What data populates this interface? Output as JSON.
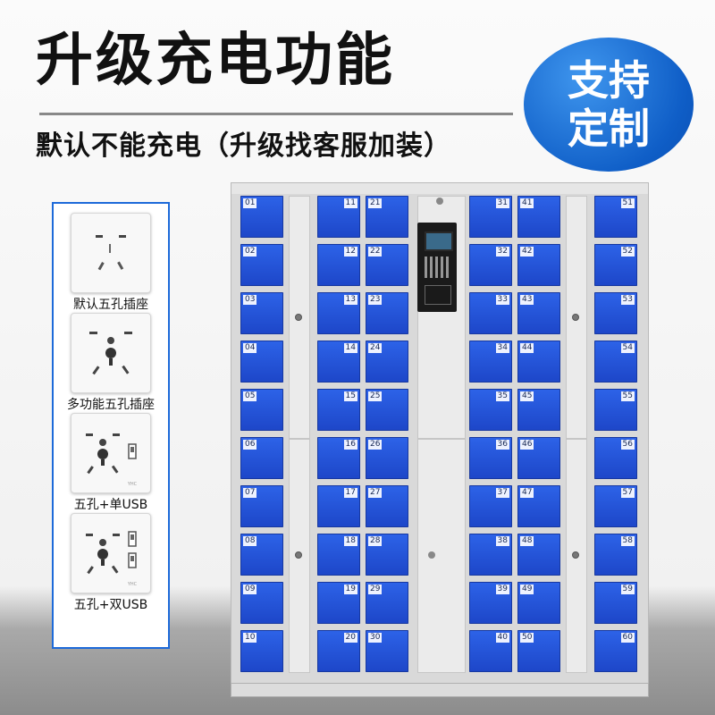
{
  "header": {
    "title": "升级充电功能",
    "subtitle": "默认不能充电（升级找客服加装）"
  },
  "badge": {
    "line1": "支持",
    "line2": "定制"
  },
  "sockets": [
    {
      "label": "默认五孔插座",
      "kind": "five-hole"
    },
    {
      "label": "多功能五孔插座",
      "kind": "multi-function"
    },
    {
      "label": "五孔+单USB",
      "kind": "single-usb"
    },
    {
      "label": "五孔+双USB",
      "kind": "double-usb"
    }
  ],
  "locker": {
    "doors": [
      [
        "01",
        "02",
        "03",
        "04",
        "05",
        "06",
        "07",
        "08",
        "09",
        "10"
      ],
      [
        "11",
        "12",
        "13",
        "14",
        "15",
        "16",
        "17",
        "18",
        "19",
        "20"
      ],
      [
        "21",
        "22",
        "23",
        "24",
        "25",
        "26",
        "27",
        "28",
        "29",
        "30"
      ],
      [
        "31",
        "32",
        "33",
        "34",
        "35",
        "36",
        "37",
        "38",
        "39",
        "40"
      ],
      [
        "41",
        "42",
        "43",
        "44",
        "45",
        "46",
        "47",
        "48",
        "49",
        "50"
      ],
      [
        "51",
        "52",
        "53",
        "54",
        "55",
        "56",
        "57",
        "58",
        "59",
        "60"
      ]
    ]
  },
  "colors": {
    "door_blue": "#2350d8",
    "badge_blue": "#1668d4"
  }
}
